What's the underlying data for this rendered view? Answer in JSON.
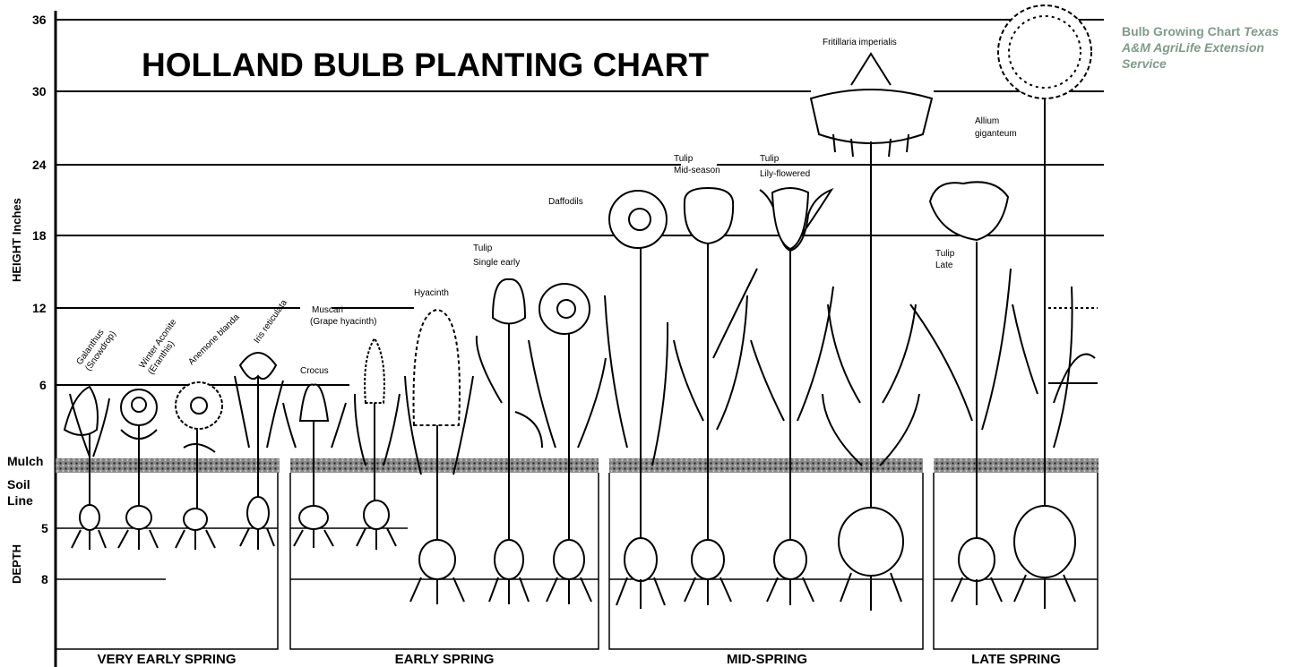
{
  "chart": {
    "title": "HOLLAND BULB PLANTING CHART",
    "y_axis": {
      "height_label": "HEIGHT Inches",
      "depth_label": "DEPTH",
      "height_ticks": [
        "36",
        "30",
        "24",
        "18",
        "12",
        "6"
      ],
      "depth_ticks": [
        "5",
        "8"
      ],
      "mulch_label": "Mulch",
      "soil_label_1": "Soil",
      "soil_label_2": "Line"
    },
    "seasons": [
      "VERY EARLY SPRING",
      "EARLY SPRING",
      "MID-SPRING",
      "LATE SPRING"
    ],
    "plants": [
      {
        "name": "Galanthus",
        "sub": "(Snowdrop)"
      },
      {
        "name": "Winter Aconite",
        "sub": "(Eranthis)"
      },
      {
        "name": "Anemone blanda",
        "sub": ""
      },
      {
        "name": "Iris reticulata",
        "sub": ""
      },
      {
        "name": "Crocus",
        "sub": ""
      },
      {
        "name": "Muscari",
        "sub": "(Grape hyacinth)"
      },
      {
        "name": "Hyacinth",
        "sub": ""
      },
      {
        "name": "Tulip",
        "sub": "Single early"
      },
      {
        "name": "Daffodils",
        "sub": ""
      },
      {
        "name": "Tulip",
        "sub": "Mid-season"
      },
      {
        "name": "Tulip",
        "sub": "Lily-flowered"
      },
      {
        "name": "Fritillaria imperialis",
        "sub": ""
      },
      {
        "name": "Tulip",
        "sub": "Late"
      },
      {
        "name": "Allium",
        "sub": "giganteum"
      }
    ]
  },
  "caption": {
    "title": "Bulb Growing Chart",
    "source": "Texas A&M AgriLife Extension Service"
  },
  "colors": {
    "ink": "#000000",
    "caption": "#7f9b8b",
    "mulch": "#6b6b6b"
  }
}
